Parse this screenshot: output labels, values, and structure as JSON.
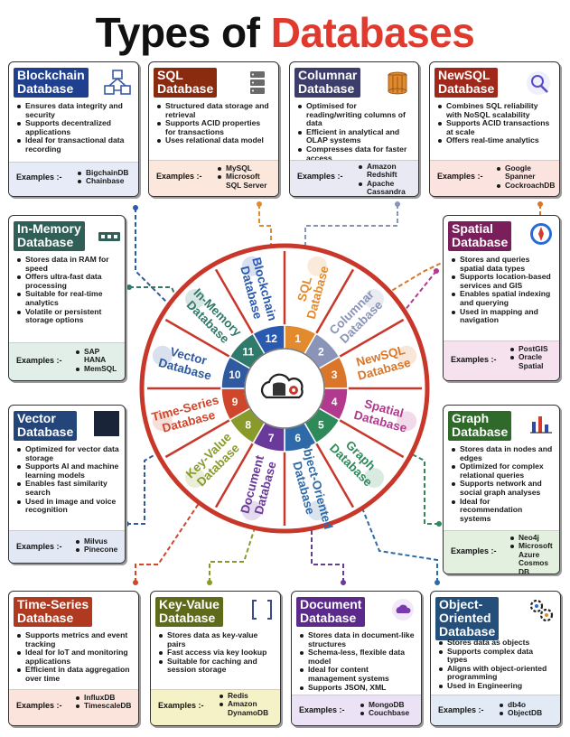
{
  "title": {
    "part1": "Types of",
    "part2": "Databases"
  },
  "colors": {
    "blockchain": "#1f3f8f",
    "sql": "#8a2a0f",
    "columnar": "#3d3d6b",
    "newsql": "#a0281a",
    "inmemory": "#2f5f56",
    "spatial": "#7a1f5c",
    "vector": "#23457a",
    "graph": "#2f6a2a",
    "timeseries": "#b03a20",
    "keyvalue": "#5f6a1a",
    "document": "#5b2a8a",
    "object": "#234f7a",
    "accent_red": "#e03a2f"
  },
  "wheel": {
    "segments": [
      {
        "num": "1",
        "label": "SQL Database",
        "color": "#e28a2e"
      },
      {
        "num": "2",
        "label": "Columnar Database",
        "color": "#8a94b8"
      },
      {
        "num": "3",
        "label": "NewSQL Database",
        "color": "#d9762a"
      },
      {
        "num": "4",
        "label": "Spatial Database",
        "color": "#b23a8e"
      },
      {
        "num": "5",
        "label": "Graph Database",
        "color": "#2f8a5a"
      },
      {
        "num": "6",
        "label": "Object-Oriented Database",
        "color": "#2f6aa8"
      },
      {
        "num": "7",
        "label": "Document Database",
        "color": "#6a3a9a"
      },
      {
        "num": "8",
        "label": "Key-Value Database",
        "color": "#8a9a2a"
      },
      {
        "num": "9",
        "label": "Time-Series Database",
        "color": "#d0462a"
      },
      {
        "num": "10",
        "label": "Vector Database",
        "color": "#2f5aa0"
      },
      {
        "num": "11",
        "label": "In-Memory Database",
        "color": "#2f7a6a"
      },
      {
        "num": "12",
        "label": "Blockchain Database",
        "color": "#2a5ab0"
      }
    ],
    "hub_icon": "cloud-database-icon"
  },
  "cards": {
    "blockchain": {
      "title_l1": "Blockchain",
      "title_l2": "Database",
      "icon": "blockchain-cubes-icon",
      "bullets": [
        "Ensures data integrity and security",
        "Supports decentralized applications",
        "Ideal for transactional data recording"
      ],
      "examples_label": "Examples :-",
      "examples": [
        "BigchainDB",
        "Chainbase"
      ]
    },
    "sql": {
      "title_l1": "SQL",
      "title_l2": "Database",
      "icon": "server-icon",
      "bullets": [
        "Structured data storage and retrieval",
        "Supports ACID properties for transactions",
        "Uses relational data model"
      ],
      "examples_label": "Examples :-",
      "examples": [
        "MySQL",
        "Microsoft SQL Server"
      ]
    },
    "columnar": {
      "title_l1": "Columnar",
      "title_l2": "Database",
      "icon": "column-storage-icon",
      "bullets": [
        "Optimised for reading/writing columns of data",
        "Efficient in analytical and OLAP systems",
        "Compresses data for faster access"
      ],
      "examples_label": "Examples :-",
      "examples": [
        "Amazon Redshift",
        "Apache Cassandra"
      ]
    },
    "newsql": {
      "title_l1": "NewSQL",
      "title_l2": "Database",
      "icon": "magnifier-database-icon",
      "bullets": [
        "Combines SQL reliability with NoSQL scalability",
        "Supports ACID transactions at scale",
        "Offers real-time analytics"
      ],
      "examples_label": "Examples :-",
      "examples": [
        "Google Spanner",
        "CockroachDB"
      ]
    },
    "inmemory": {
      "title_l1": "In-Memory",
      "title_l2": "Database",
      "icon": "ram-chip-icon",
      "bullets": [
        "Stores data in RAM for speed",
        "Offers ultra-fast data processing",
        "Suitable for real-time analytics",
        "Volatile or persistent storage options"
      ],
      "examples_label": "Examples :-",
      "examples": [
        "SAP HANA",
        "MemSQL"
      ]
    },
    "spatial": {
      "title_l1": "Spatial",
      "title_l2": "Database",
      "icon": "compass-icon",
      "bullets": [
        "Stores and queries spatial data types",
        "Supports location-based services and GIS",
        "Enables spatial indexing and querying",
        "Used in mapping and navigation"
      ],
      "examples_label": "Examples :-",
      "examples": [
        "PostGIS",
        "Oracle Spatial"
      ]
    },
    "vector": {
      "title_l1": "Vector",
      "title_l2": "Database",
      "icon": "vector-square-icon",
      "bullets": [
        "Optimized for vector data storage",
        "Supports AI and machine learning models",
        "Enables fast similarity search",
        "Used in image and voice recognition"
      ],
      "examples_label": "Examples :-",
      "examples": [
        "Milvus",
        "Pinecone"
      ]
    },
    "graph": {
      "title_l1": "Graph",
      "title_l2": "Database",
      "icon": "bar-chart-icon",
      "bullets": [
        "Stores data in nodes and edges",
        "Optimized for complex relational queries",
        "Supports network and social graph analyses",
        "Ideal for recommendation systems"
      ],
      "examples_label": "Examples :-",
      "examples": [
        "Neo4j",
        "Microsoft Azure Cosmos DB"
      ]
    },
    "timeseries": {
      "title_l1": "Time-Series",
      "title_l2": "Database",
      "icon": "",
      "bullets": [
        "Supports metrics and event tracking",
        "Ideal for IoT and monitoring applications",
        "Efficient in data aggregation over time"
      ],
      "examples_label": "Examples :-",
      "examples": [
        "InfluxDB",
        "TimescaleDB"
      ]
    },
    "keyvalue": {
      "title_l1": "Key-Value",
      "title_l2": "Database",
      "icon": "key-bracket-icon",
      "bullets": [
        "Stores data as key-value pairs",
        "Fast access via key lookup",
        "Suitable for caching and session storage"
      ],
      "examples_label": "Examples :-",
      "examples": [
        "Redis",
        "Amazon DynamoDB"
      ]
    },
    "document": {
      "title_l1": "Document",
      "title_l2": "Database",
      "icon": "document-cloud-icon",
      "bullets": [
        "Stores data in document-like structures",
        "Schema-less, flexible data model",
        "Ideal for content management systems",
        "Supports JSON, XML"
      ],
      "examples_label": "Examples :-",
      "examples": [
        "MongoDB",
        "Couchbase"
      ]
    },
    "object": {
      "title_l1": "Object-",
      "title_l2": "Oriented",
      "title_l3": "Database",
      "icon": "gears-icon",
      "bullets": [
        "Stores data as objects",
        "Supports complex data types",
        "Aligns with object-oriented programming",
        "Used in Engineering"
      ],
      "examples_label": "Examples :-",
      "examples": [
        "db4o",
        "ObjectDB"
      ]
    }
  }
}
